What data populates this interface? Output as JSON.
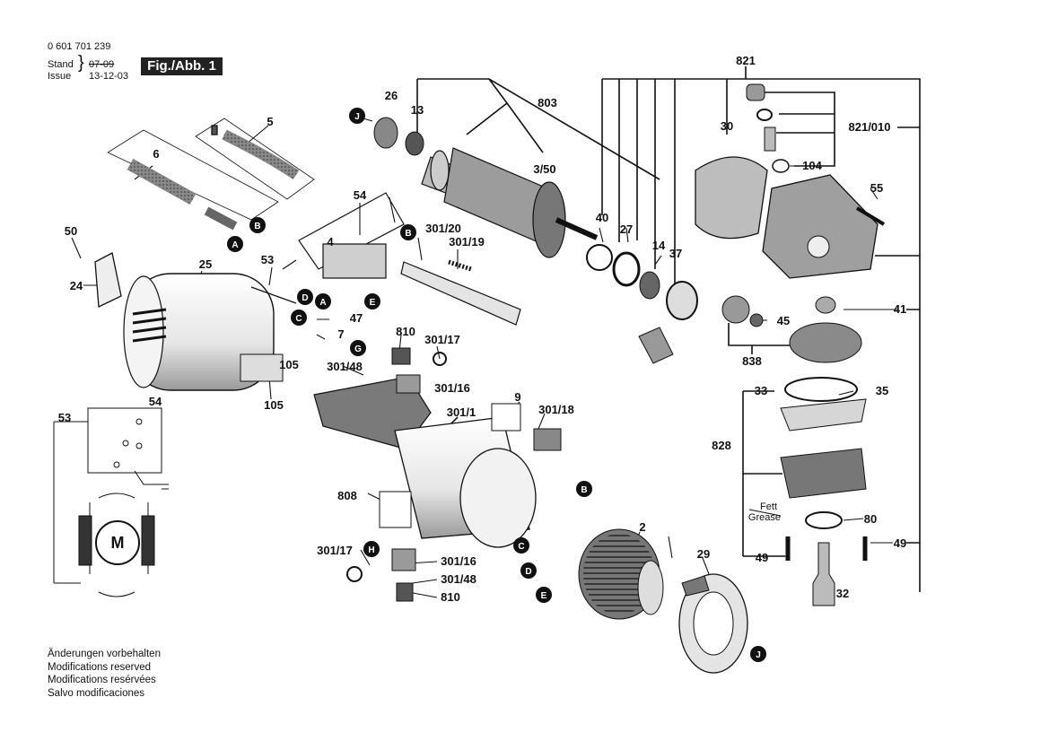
{
  "header": {
    "part_number": "0 601 701 239",
    "stand_label": "Stand",
    "issue_label": "Issue",
    "date_struck": "07-09",
    "date": "13-12-03",
    "figure": "Fig./Abb. 1"
  },
  "footer": {
    "lines": [
      "Änderungen vorbehalten",
      "Modifications reserved",
      "Modifications resérvées",
      "Salvo modificaciones"
    ]
  },
  "labels": {
    "l821": "821",
    "l803": "803",
    "l26": "26",
    "l13": "13",
    "l5": "5",
    "l6": "6",
    "l30": "30",
    "l821010": "821/010",
    "l104": "104",
    "l350": "3/50",
    "l55": "55",
    "l40": "40",
    "l27": "27",
    "l14": "14",
    "l37": "37",
    "l54": "54",
    "l50": "50",
    "l30120": "301/20",
    "l30119": "301/19",
    "l4": "4",
    "l25": "25",
    "l53": "53",
    "l24": "24",
    "l47": "47",
    "l7": "7",
    "l41": "41",
    "l45": "45",
    "l838": "838",
    "l810a": "810",
    "l30117a": "301/17",
    "l30148a": "301/48",
    "l30116a": "301/16",
    "l105a": "105",
    "l105b": "105",
    "l33": "33",
    "l35": "35",
    "l9": "9",
    "l3011": "301/1",
    "l30118": "301/18",
    "l54b": "54",
    "l53b": "53",
    "l828": "828",
    "fett": "Fett",
    "grease": "Grease",
    "l80": "80",
    "l808": "808",
    "l2": "2",
    "l49a": "49",
    "l49b": "49",
    "l29": "29",
    "l32": "32",
    "l30117b": "301/17",
    "l30116b": "301/16",
    "l30148b": "301/48",
    "l810b": "810",
    "motor": "M"
  },
  "badges": {
    "J": "J",
    "A": "A",
    "B": "B",
    "C": "C",
    "D": "D",
    "E": "E",
    "G": "G",
    "H": "H"
  }
}
